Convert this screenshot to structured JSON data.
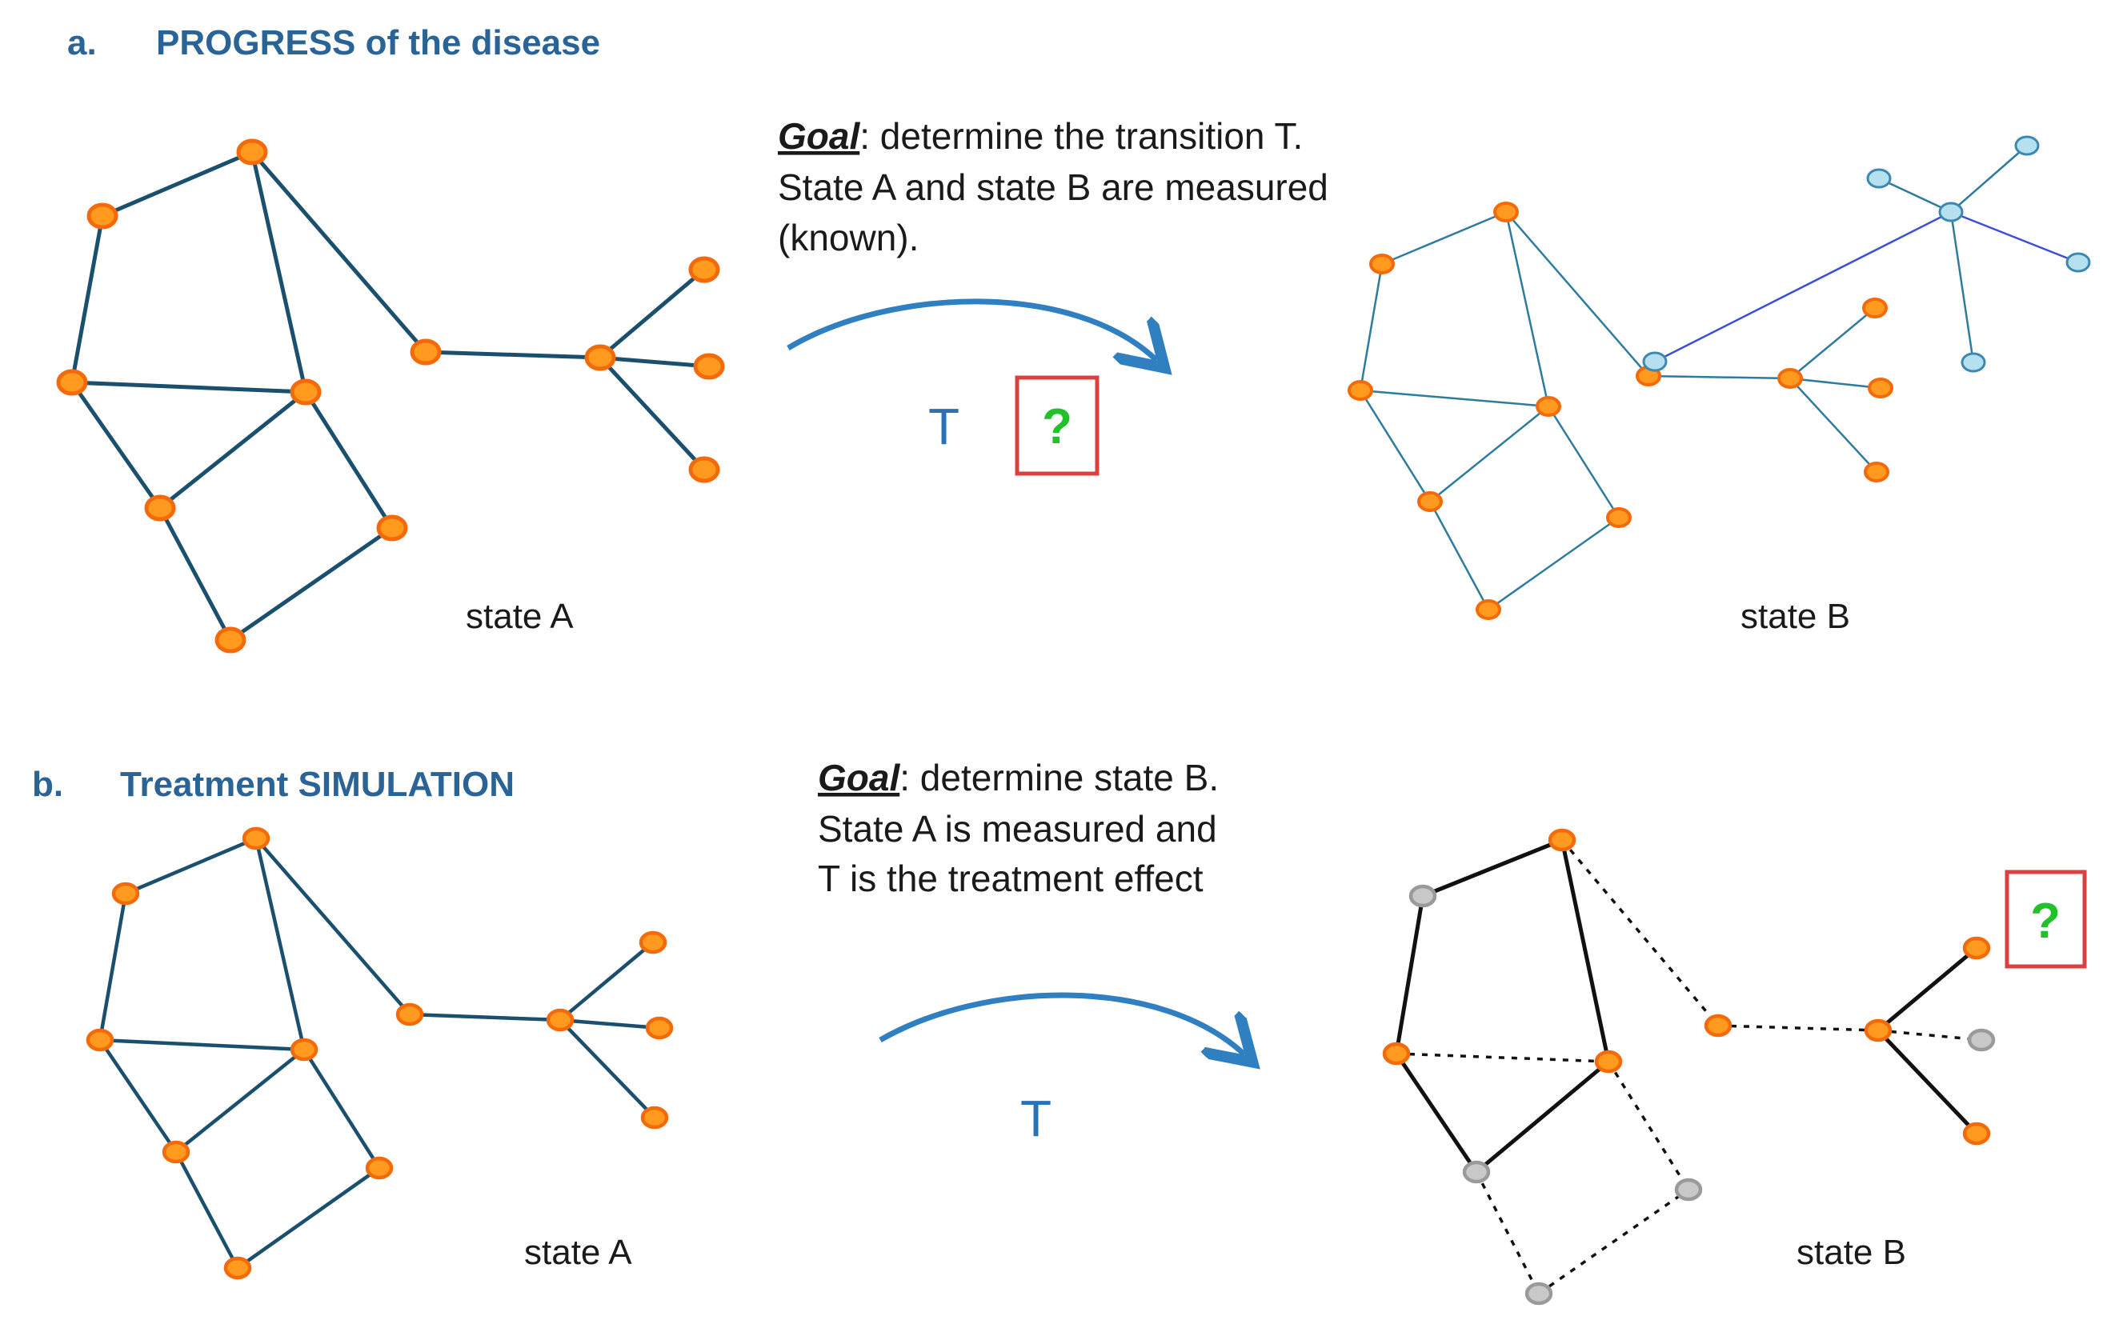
{
  "panels": [
    {
      "id": "a",
      "letter": "a.",
      "title": "PROGRESS of the disease",
      "goal": {
        "key": "Goal",
        "lines": [
          ": determine the transition T.",
          "State A and state B are measured",
          "(known)."
        ]
      },
      "transition_label": "T",
      "question_mark": "?",
      "state_a_label": "state A",
      "state_b_label": "state B"
    },
    {
      "id": "b",
      "letter": "b.",
      "title": "Treatment SIMULATION",
      "goal": {
        "key": "Goal",
        "lines": [
          ": determine state B.",
          "State A is measured and",
          "T is the treatment effect"
        ]
      },
      "transition_label": "T",
      "question_mark": "?",
      "state_a_label": "state A",
      "state_b_label": "state B"
    }
  ],
  "colors": {
    "title": "#2a6496",
    "edge_dark": "#1b4f6e",
    "edge_thin": "#2d7b9e",
    "edge_blue": "#3a4fd6",
    "node_orange": "#ff9a1f",
    "node_orange_stroke": "#f26a0a",
    "node_blue": "#b5e0f0",
    "node_blue_stroke": "#3d88b0",
    "node_grey": "#c8c8c8",
    "node_grey_stroke": "#9a9a9a",
    "arrow": "#2f7fc1",
    "question_box": "#d9403f",
    "question_mark": "#22c02a"
  }
}
